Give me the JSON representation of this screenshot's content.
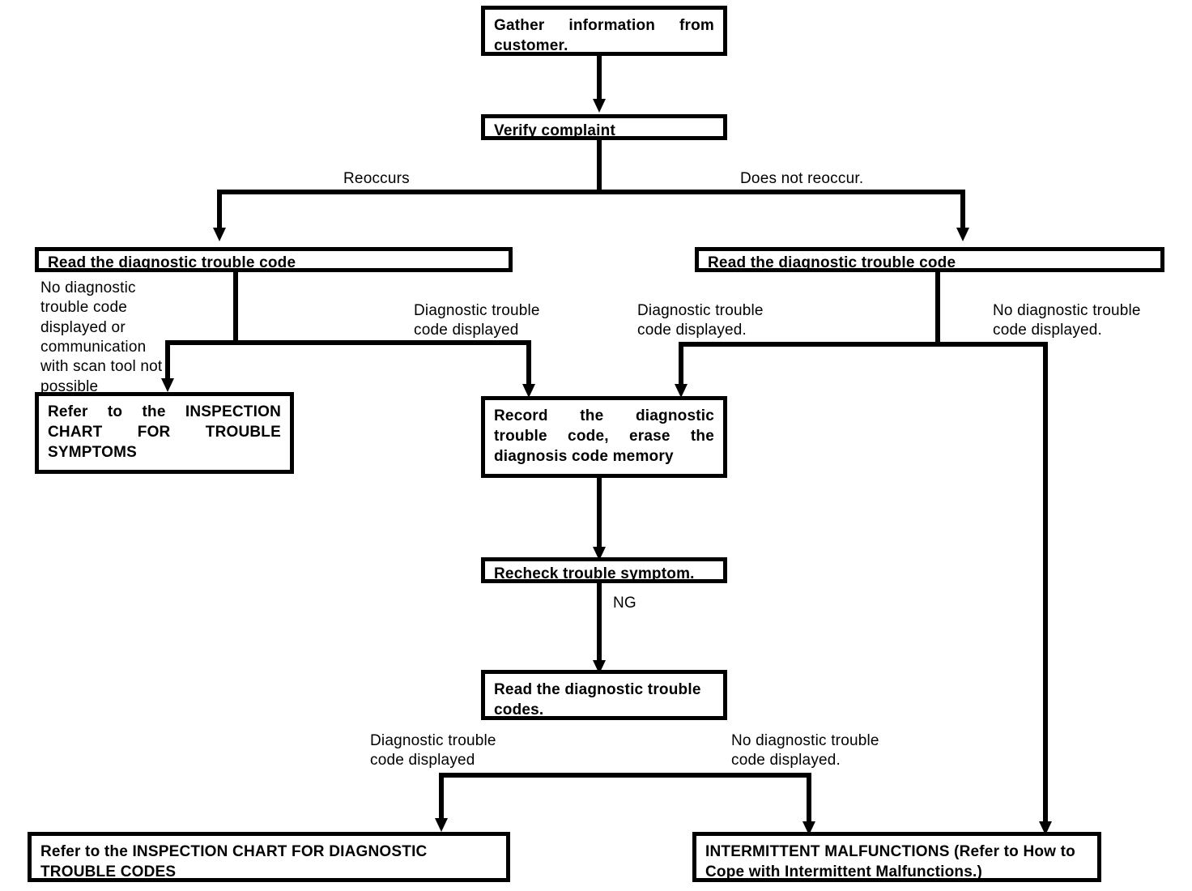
{
  "diagram": {
    "title": "Diagnostic trouble code troubleshooting flowchart",
    "ink_color": "#000000",
    "background_color": "#ffffff"
  },
  "nodes": {
    "gather": "Gather information from customer.",
    "verify": "Verify complaint",
    "read_left": "Read the diagnostic trouble code",
    "read_right": "Read the diagnostic trouble code",
    "refer_symptoms": "Refer to the INSPECTION CHART FOR TROUBLE SYMPTOMS",
    "record": "Record the diagnostic trouble code, erase the diagnosis code memory",
    "recheck": "Recheck trouble symptom.",
    "read_codes": "Read the diagnostic trouble codes.",
    "refer_codes": "Refer to the INSPECTION CHART FOR DIAGNOSTIC TROUBLE CODES",
    "intermittent": "INTERMITTENT MALFUNCTIONS (Refer to How to Cope with Intermittent Malfunctions.)"
  },
  "edge_labels": {
    "reoccurs": "Reoccurs",
    "does_not_reoccur": "Does not reoccur.",
    "no_code_or_no_comm": "No diagnostic trouble code displayed or communication with scan tool not possible",
    "code_displayed_left": "Diagnostic trouble code displayed",
    "code_displayed_right": "Diagnostic trouble code displayed.",
    "no_code_right": "No diagnostic trouble code displayed.",
    "ng": "NG",
    "code_displayed_bottom": "Diagnostic trouble code displayed",
    "no_code_bottom": "No diagnostic trouble code displayed."
  }
}
